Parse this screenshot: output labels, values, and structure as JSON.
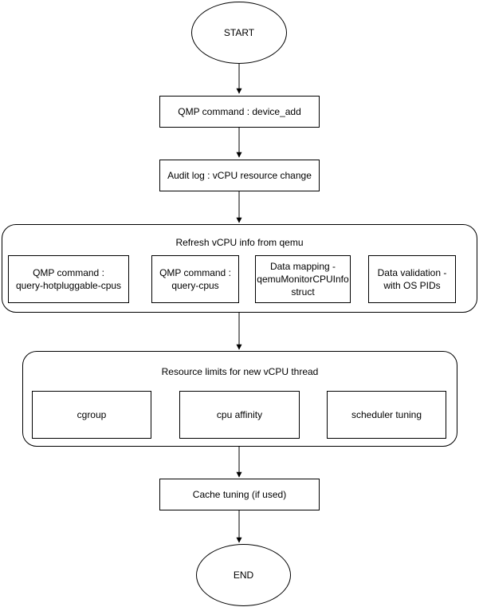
{
  "nodes": {
    "start": "START",
    "qmp_device_add": "QMP command : device_add",
    "audit_log": "Audit log : vCPU resource change",
    "refresh_group": {
      "title": "Refresh vCPU info from qemu",
      "hotpluggable": "QMP command :\nquery-hotpluggable-cpus",
      "query_cpus": "QMP command :\nquery-cpus",
      "data_mapping": "Data mapping -\nqemuMonitorCPUInfo\nstruct",
      "data_validation": "Data validation -\nwith OS PIDs"
    },
    "limits_group": {
      "title": "Resource limits for new vCPU thread",
      "cgroup": "cgroup",
      "cpu_affinity": "cpu affinity",
      "scheduler_tuning": "scheduler tuning"
    },
    "cache_tuning": "Cache tuning (if used)",
    "end": "END"
  }
}
